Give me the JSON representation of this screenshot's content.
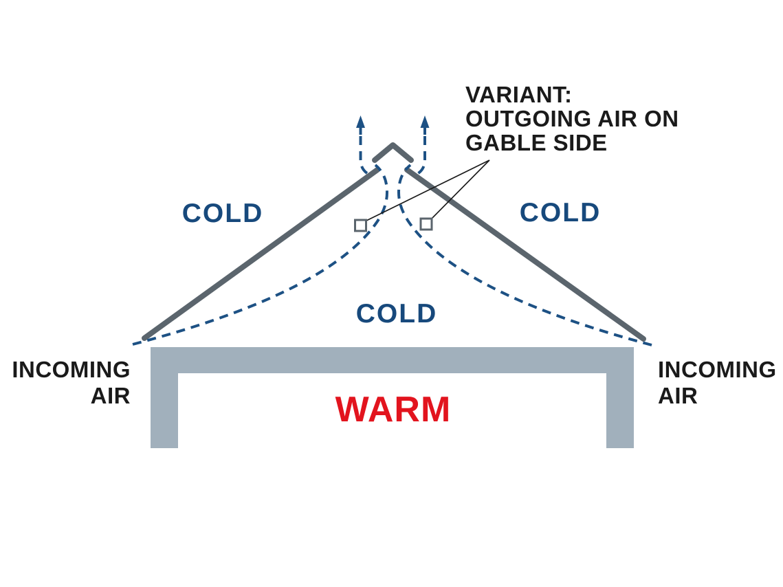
{
  "diagram": {
    "type": "roof-ventilation-cross-section",
    "labels": {
      "variant_note": "VARIANT:\nOUTGOING AIR ON\nGABLE SIDE",
      "cold_left": "COLD",
      "cold_right": "COLD",
      "cold_center": "COLD",
      "warm": "WARM",
      "incoming_air_left": "INCOMING\nAIR",
      "incoming_air_right": "INCOMING\nAIR"
    },
    "colors": {
      "background": "#ffffff",
      "cold_text": "#17497c",
      "warm_text": "#e2141e",
      "flow_dash": "#1d5184",
      "structure_gray": "#5b656d",
      "wall_fill": "#a1b0bc",
      "annotation_text": "#1a1a1a"
    }
  }
}
